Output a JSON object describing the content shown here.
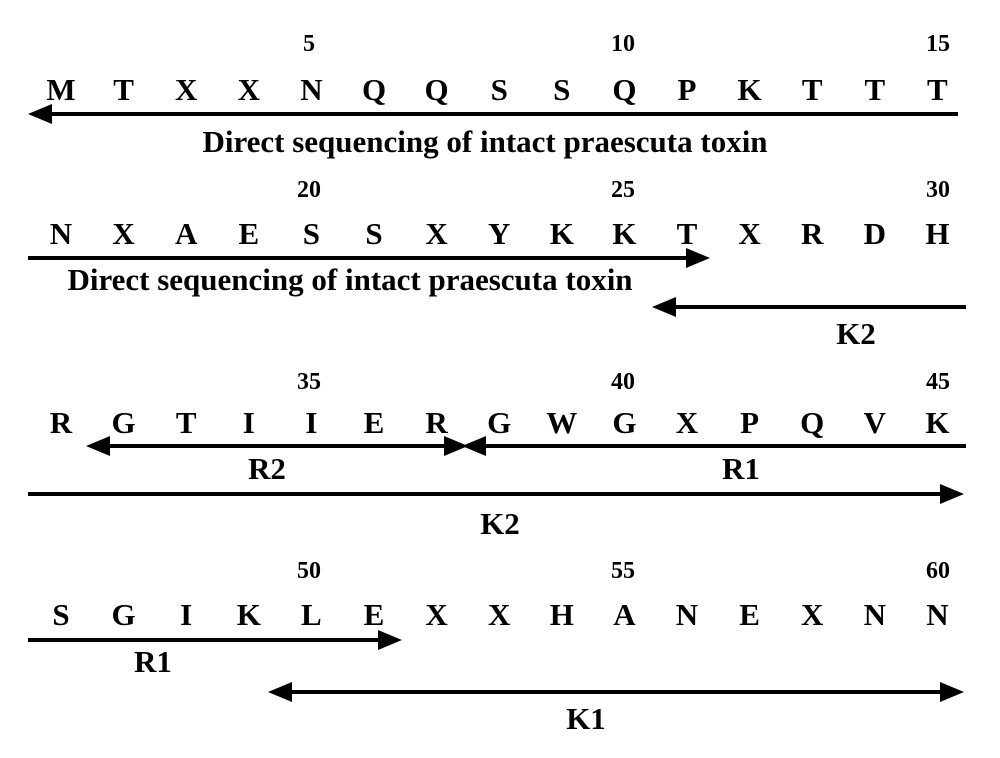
{
  "rows": [
    {
      "numbers": [
        "5",
        "10",
        "15"
      ],
      "residues": [
        "M",
        "T",
        "X",
        "X",
        "N",
        "Q",
        "Q",
        "S",
        "S",
        "Q",
        "P",
        "K",
        "T",
        "T",
        "T"
      ],
      "label_1": "Direct sequencing of intact praescuta toxin"
    },
    {
      "numbers": [
        "20",
        "25",
        "30"
      ],
      "residues": [
        "N",
        "X",
        "A",
        "E",
        "S",
        "S",
        "X",
        "Y",
        "K",
        "K",
        "T",
        "X",
        "R",
        "D",
        "H"
      ],
      "label_1": "Direct sequencing of intact praescuta toxin",
      "label_2": "K2"
    },
    {
      "numbers": [
        "35",
        "40",
        "45"
      ],
      "residues": [
        "R",
        "G",
        "T",
        "I",
        "I",
        "E",
        "R",
        "G",
        "W",
        "G",
        "X",
        "P",
        "Q",
        "V",
        "K"
      ],
      "label_1": "R2",
      "label_2": "R1",
      "label_3": "K2"
    },
    {
      "numbers": [
        "50",
        "55",
        "60"
      ],
      "residues": [
        "S",
        "G",
        "I",
        "K",
        "L",
        "E",
        "X",
        "X",
        "H",
        "A",
        "N",
        "E",
        "X",
        "N",
        "N"
      ],
      "label_1": "R1",
      "label_2": "K1"
    }
  ]
}
